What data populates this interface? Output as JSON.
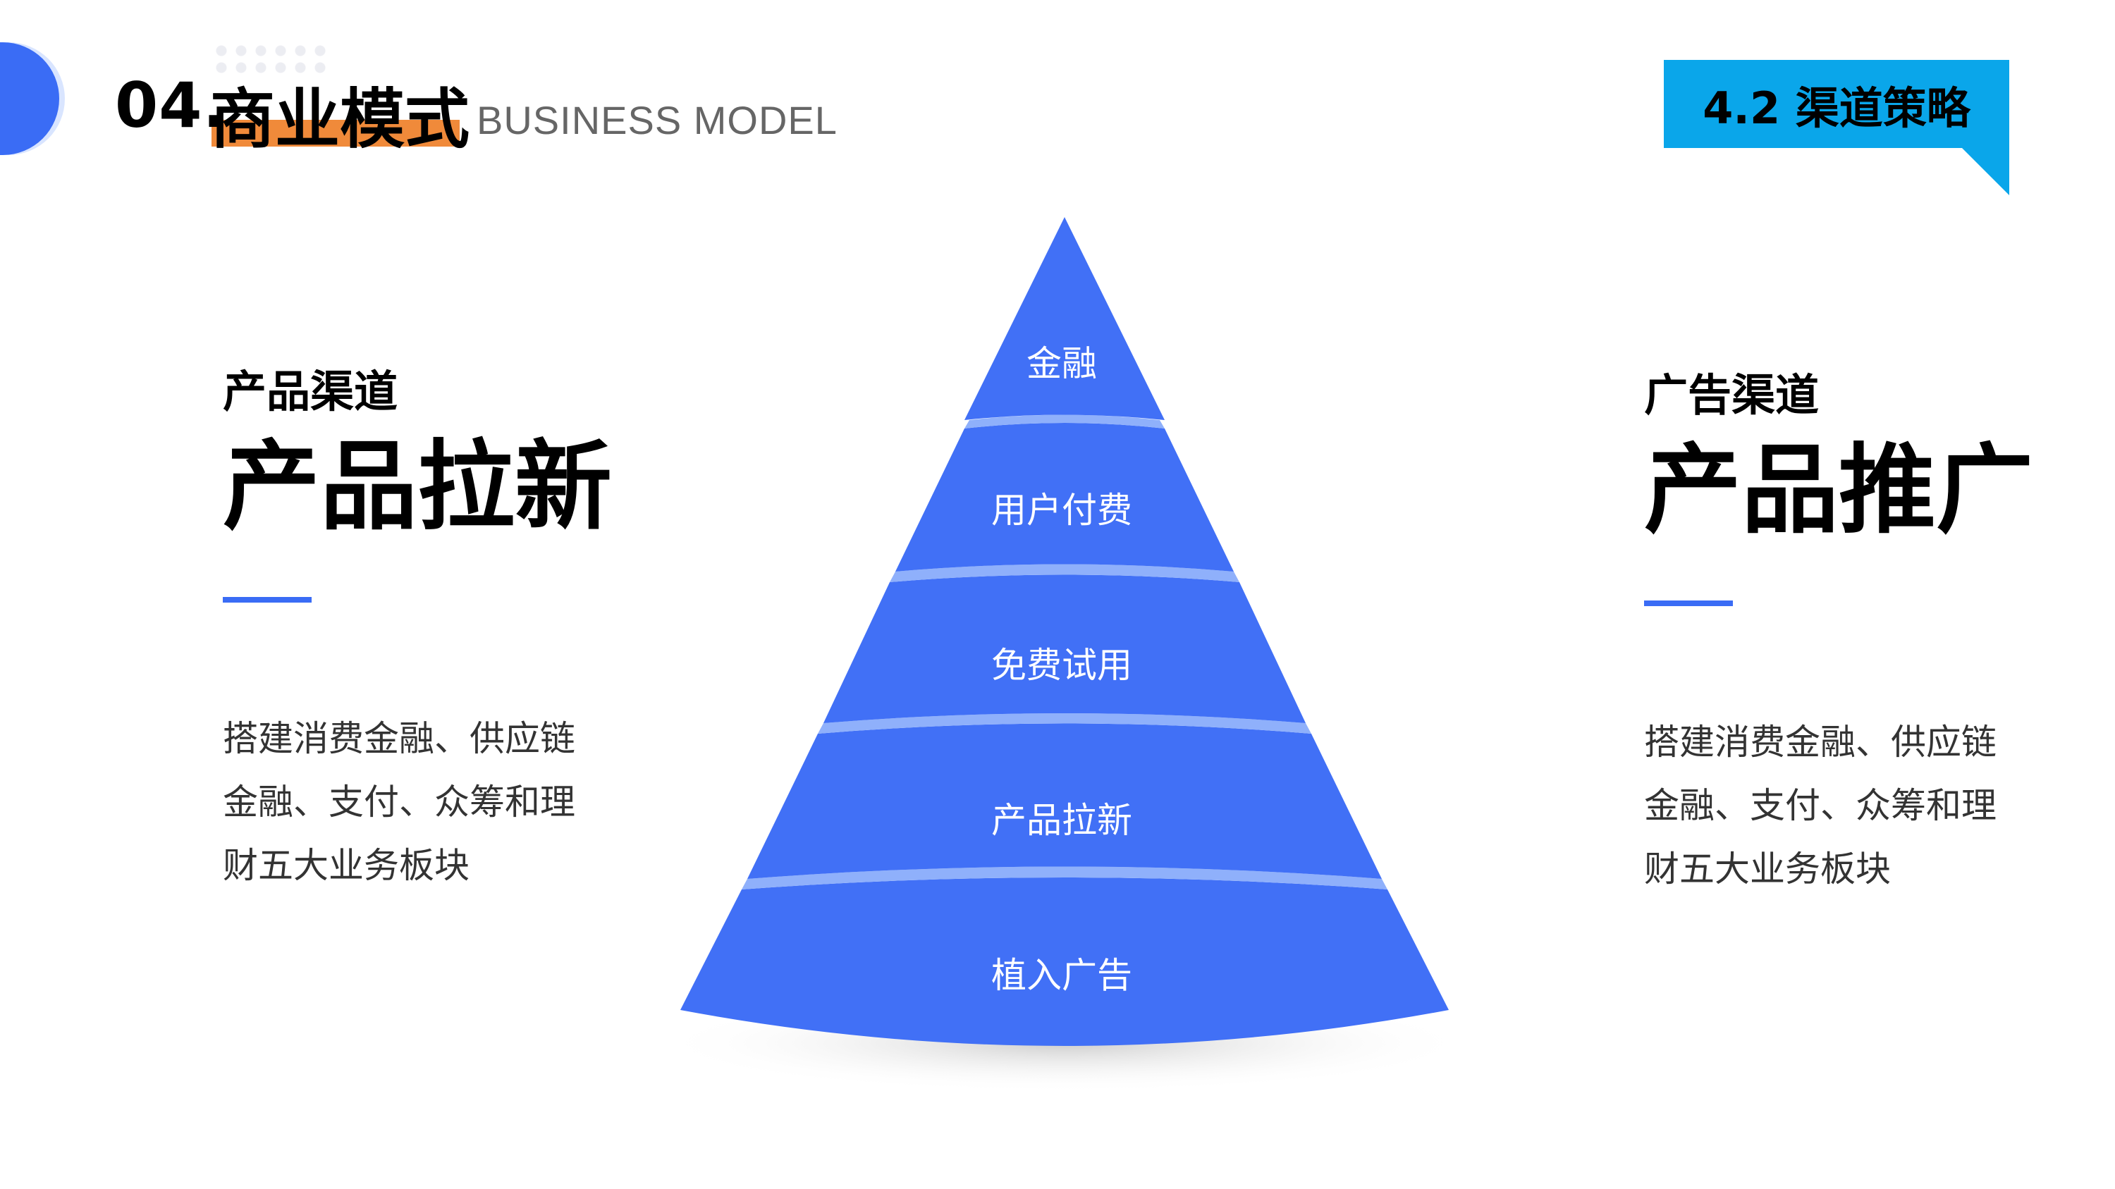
{
  "header": {
    "number": "04.",
    "title": "商业模式",
    "subtitle_en": "BUSINESS MODEL",
    "badge": "4.2 渠道策略"
  },
  "left": {
    "category": "产品渠道",
    "headline": "产品拉新",
    "description": "搭建消费金融、供应链金融、支付、众筹和理财五大业务板块"
  },
  "right": {
    "category": "广告渠道",
    "headline": "产品推广",
    "description": "搭建消费金融、供应链金融、支付、众筹和理财五大业务板块"
  },
  "pyramid": {
    "layers": [
      "金融",
      "用户付费",
      "免费试用",
      "产品拉新",
      "植入广告"
    ]
  },
  "colors": {
    "accent_blue": "#3a6cf5",
    "layer_blue": "#4170f6",
    "badge_cyan": "#0aa6ea",
    "title_highlight": "#f08a3a"
  }
}
